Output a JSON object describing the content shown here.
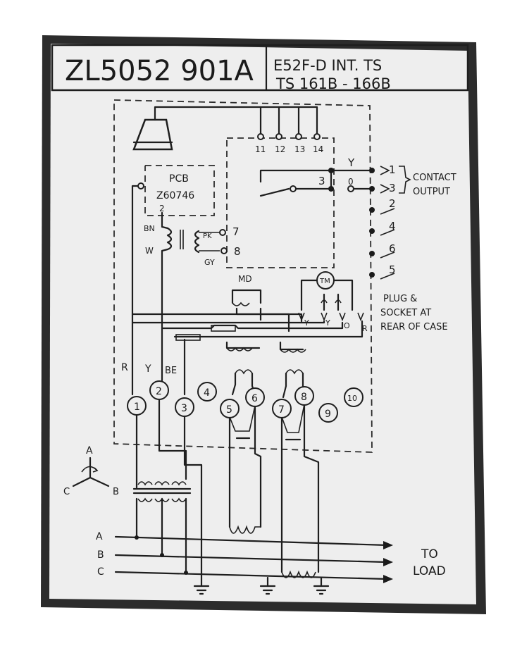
{
  "header": {
    "drawing_number": "ZL5052 901A",
    "relay_type": "E52F-D  INT. TS",
    "relay_range": "TS 161B - 166B"
  },
  "contacts": {
    "aux_numbers": [
      "11",
      "12",
      "13",
      "14"
    ],
    "y_label": "Y",
    "switch_numbers": [
      "3",
      "0"
    ]
  },
  "output_terminals": [
    "1",
    "3",
    "2",
    "4",
    "6",
    "5"
  ],
  "contact_output_label": [
    "CONTACT",
    "OUTPUT"
  ],
  "pcb": {
    "line1": "PCB",
    "line2": "Z60746",
    "pin": "2"
  },
  "transformer": {
    "bn": "BN",
    "w": "W",
    "pk": "PK",
    "gy": "GY",
    "pin7": "7",
    "pin8": "8"
  },
  "motor": {
    "md": "MD",
    "tm": "TM"
  },
  "plug_socket_label": [
    "PLUG &",
    "SOCKET AT",
    "REAR OF CASE"
  ],
  "plug_pins": [
    "Y",
    "Y",
    "O",
    "R"
  ],
  "case_colours": [
    "R",
    "Y",
    "BE"
  ],
  "case_terminals": [
    "1",
    "2",
    "3",
    "4",
    "5",
    "6",
    "7",
    "8",
    "9",
    "10"
  ],
  "phase_diagram": {
    "a": "A",
    "b": "B",
    "c": "C"
  },
  "supply_lines": [
    "A",
    "B",
    "C"
  ],
  "to_load": [
    "TO",
    "LOAD"
  ]
}
